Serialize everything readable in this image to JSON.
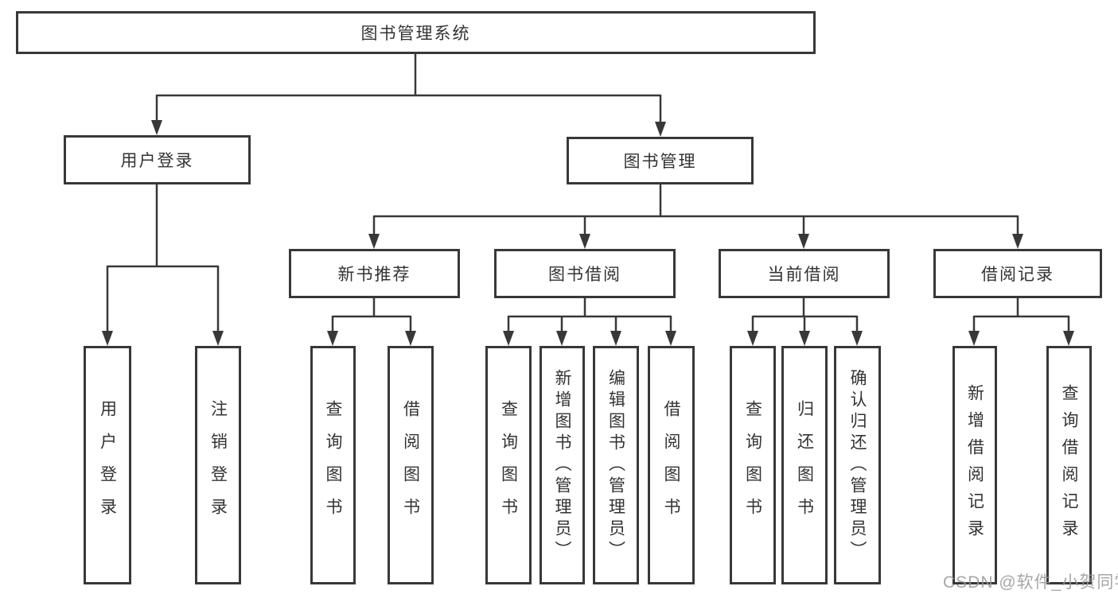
{
  "tree": {
    "root": {
      "label": "图书管理系统"
    },
    "children": [
      {
        "label": "用户登录",
        "children": [
          {
            "label": "用户登录"
          },
          {
            "label": "注销登录"
          }
        ]
      },
      {
        "label": "图书管理",
        "children": [
          {
            "label": "新书推荐",
            "children": [
              {
                "label": "查询图书"
              },
              {
                "label": "借阅图书"
              }
            ]
          },
          {
            "label": "图书借阅",
            "children": [
              {
                "label": "查询图书"
              },
              {
                "label": "新增图书（管理员）"
              },
              {
                "label": "编辑图书（管理员）"
              },
              {
                "label": "借阅图书"
              }
            ]
          },
          {
            "label": "当前借阅",
            "children": [
              {
                "label": "查询图书"
              },
              {
                "label": "归还图书"
              },
              {
                "label": "确认归还（管理员）"
              }
            ]
          },
          {
            "label": "借阅记录",
            "children": [
              {
                "label": "新增借阅记录"
              },
              {
                "label": "查询借阅记录"
              }
            ]
          }
        ]
      }
    ]
  },
  "watermark": "CSDN @软件_小贺同学",
  "colors": {
    "background": "#ffffff",
    "border": "#383838",
    "line": "#383838",
    "text": "#333333",
    "watermark": "#969696"
  }
}
